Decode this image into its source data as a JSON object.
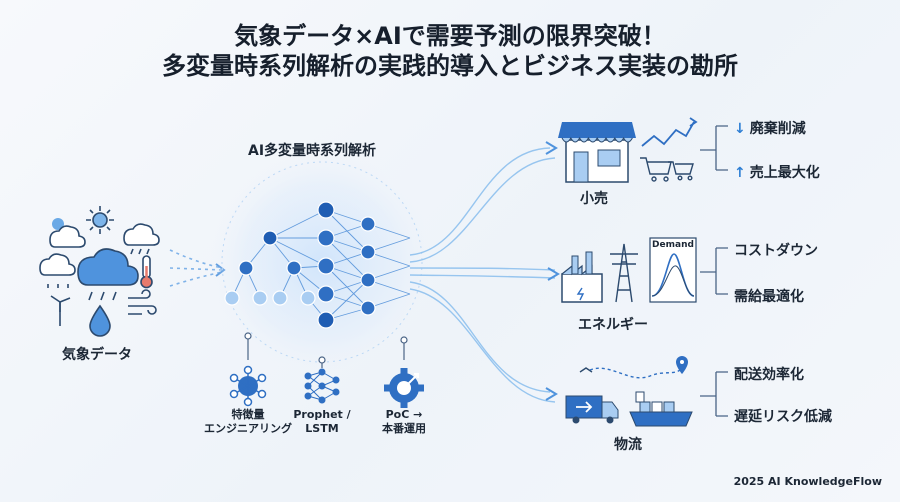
{
  "title_line1": "気象データ×AIで需要予測の限界突破！",
  "title_line2": "多変量時系列解析の実践的導入とビジネス実装の勘所",
  "ai_label": "AI多変量時系列解析",
  "weather_label": "気象データ",
  "methods": [
    {
      "line1": "特徴量",
      "line2": "エンジニアリング",
      "icon": "network-icon"
    },
    {
      "line1": "Prophet /",
      "line2": "LSTM",
      "icon": "neural-net-icon"
    },
    {
      "line1": "PoC →",
      "line2": "本番運用",
      "icon": "gear-icon"
    }
  ],
  "sectors": [
    {
      "name": "小売",
      "icon": "store-icon",
      "outcomes": [
        {
          "arrow": "↓",
          "text": "廃棄削減"
        },
        {
          "arrow": "↑",
          "text": "売上最大化"
        }
      ]
    },
    {
      "name": "エネルギー",
      "icon": "power-plant-icon",
      "chart_label": "Demand",
      "outcomes": [
        {
          "arrow": "",
          "text": "コストダウン"
        },
        {
          "arrow": "",
          "text": "需給最適化"
        }
      ]
    },
    {
      "name": "物流",
      "icon": "truck-ship-icon",
      "outcomes": [
        {
          "arrow": "",
          "text": "配送効率化"
        },
        {
          "arrow": "",
          "text": "遅延リスク低減"
        }
      ]
    }
  ],
  "footer": "2025 AI KnowledgeFlow",
  "colors": {
    "accent": "#2f7fd4",
    "dark": "#1c2735",
    "light_blue": "#a9cdf2"
  }
}
